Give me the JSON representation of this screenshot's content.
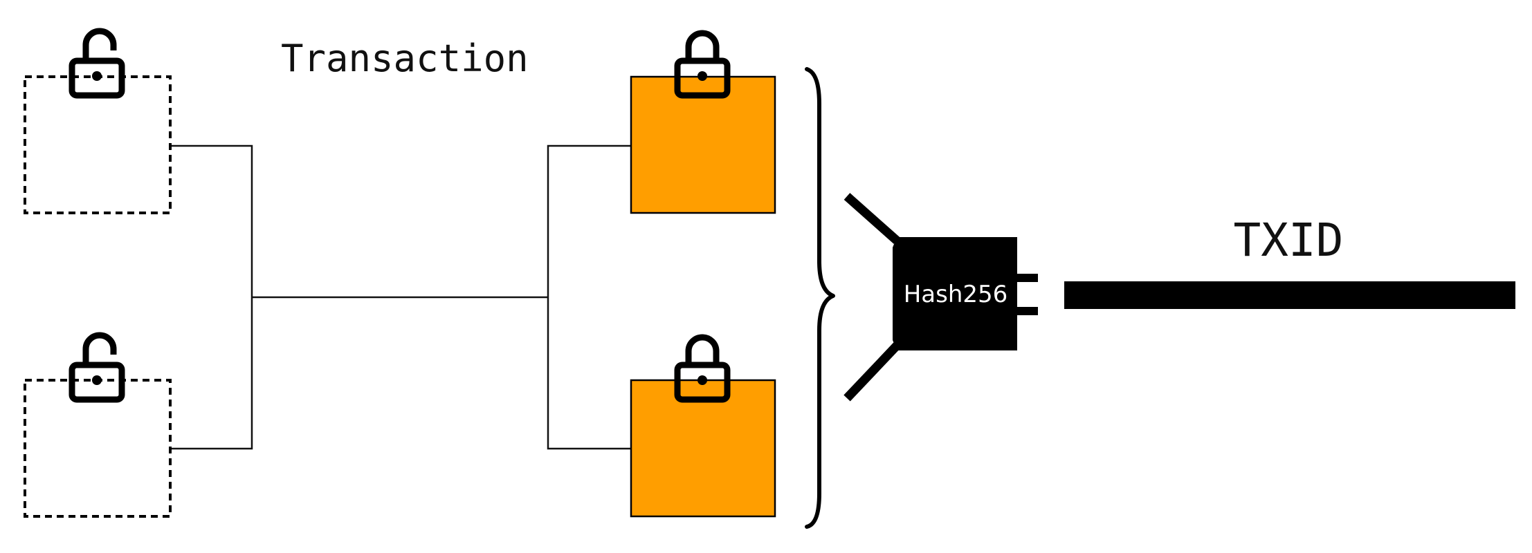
{
  "diagram": {
    "title": "Transaction",
    "hash_label": "Hash256",
    "output_label": "TXID"
  },
  "inputs": [
    {
      "state": "unlocked",
      "icon": "unlocked-padlock-icon",
      "style": "dashed-outline"
    },
    {
      "state": "unlocked",
      "icon": "unlocked-padlock-icon",
      "style": "dashed-outline"
    }
  ],
  "outputs": [
    {
      "state": "locked",
      "icon": "locked-padlock-icon",
      "fill": "#FF9E00"
    },
    {
      "state": "locked",
      "icon": "locked-padlock-icon",
      "fill": "#FF9E00"
    }
  ],
  "colors": {
    "output_fill": "#FF9E00",
    "ink": "#000000"
  }
}
